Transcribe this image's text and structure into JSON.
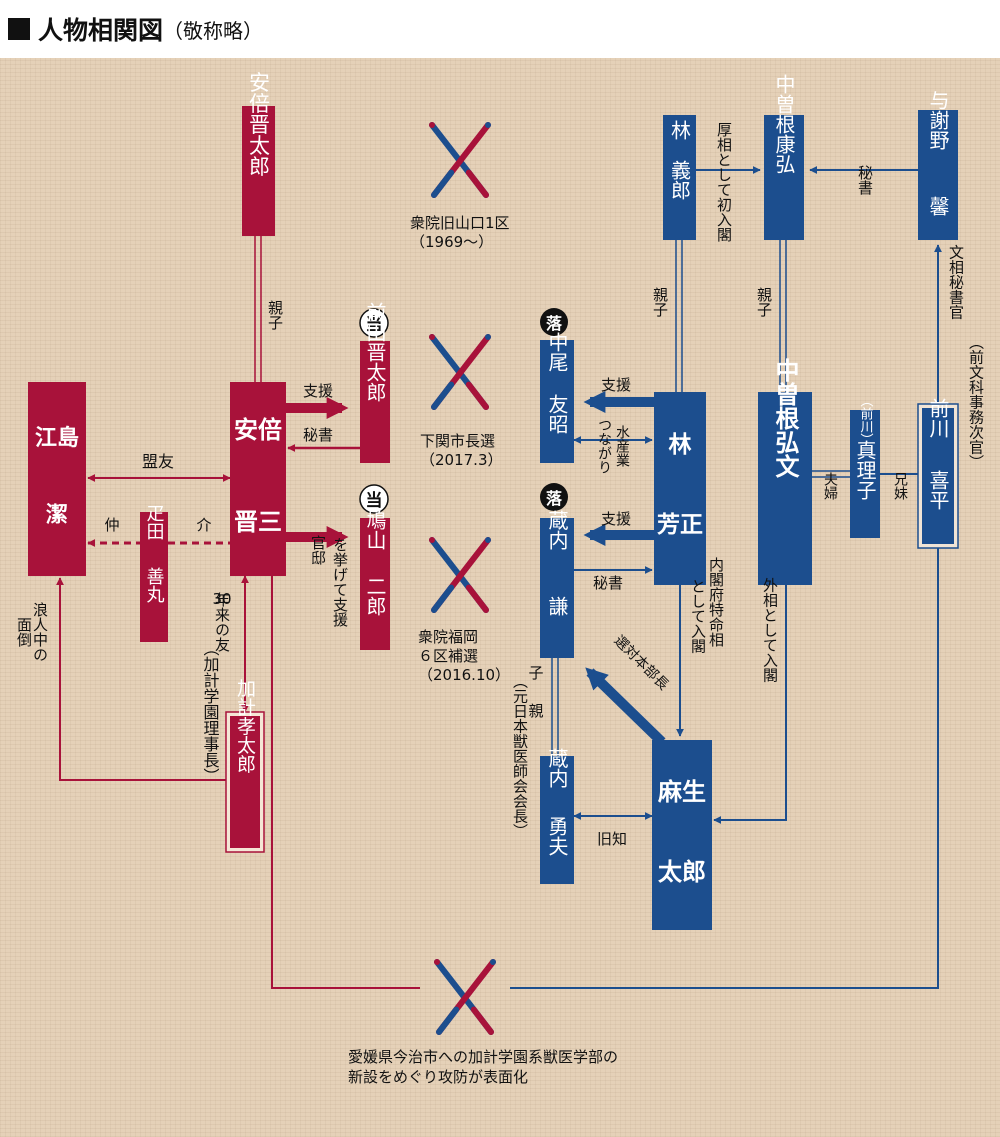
{
  "title": {
    "main": "人物相関図",
    "sub": "（敬称略）"
  },
  "colors": {
    "red": "#a8123a",
    "blue": "#1c4e8e",
    "bg": "#e5d1b8"
  },
  "nodes": {
    "abe_shintaro": "安倍晋太郎",
    "eto": [
      "江島",
      "潔"
    ],
    "abe_shinzo": [
      "安倍",
      "晋三"
    ],
    "maeda": "前田晋太郎",
    "hatoyama": [
      "鳩山",
      "二郎"
    ],
    "koda": [
      "疋田",
      "善丸"
    ],
    "kake": "加計孝太郎",
    "kake_note": "（加計学園理事長）",
    "hayashi_yoshiro": [
      "林",
      "義郎"
    ],
    "nakasone_yasuhiro": "中曽根康弘",
    "yosano": [
      "与謝野",
      "馨"
    ],
    "nakao": [
      "中尾",
      "友昭"
    ],
    "hayashi_yoshimasa": [
      "林",
      "芳正"
    ],
    "nakasone_hirofumi": "中曽根弘文",
    "mariko_prefix": "（前川）",
    "mariko": "真理子",
    "maekawa": [
      "前川",
      "喜平"
    ],
    "maekawa_note": "（前文科事務次官）",
    "kurauchi_ken": [
      "蔵内",
      "謙"
    ],
    "kurauchi_isao": [
      "蔵内",
      "勇夫"
    ],
    "kurauchi_note": "（元日本獣医師会会長）",
    "aso": [
      "麻生",
      "太郎"
    ]
  },
  "badges": {
    "win": "当",
    "lose": "落"
  },
  "labels": {
    "oyako": "親子",
    "shien": "支援",
    "hisho": "秘書",
    "meiyu": "盟友",
    "naka": "仲",
    "kai": "介",
    "friends30": [
      "30",
      "年来の友"
    ],
    "kantei": [
      "官邸",
      "を挙げて支援"
    ],
    "ronin": [
      "浪人中の",
      "面倒"
    ],
    "kosho": "厚相として初入閣",
    "monsho": "文相秘書官",
    "fufu": "夫婦",
    "kyodai": "兄妹",
    "suisan": [
      "水産業",
      "つながり"
    ],
    "naikaku": [
      "内閣府特命相",
      "として入閣"
    ],
    "gaisho": "外相として入閣",
    "senta": "選対本部長",
    "ko": "子",
    "oya": "親",
    "kyuchi": "旧知"
  },
  "battles": {
    "b1": [
      "衆院旧山口1区",
      "（1969〜）"
    ],
    "b2": [
      "下関市長選",
      "（2017.3）"
    ],
    "b3": [
      "衆院福岡",
      "６区補選",
      "（2016.10）"
    ],
    "b4": [
      "愛媛県今治市への加計学園系獣医学部の",
      "新設をめぐり攻防が表面化"
    ]
  }
}
